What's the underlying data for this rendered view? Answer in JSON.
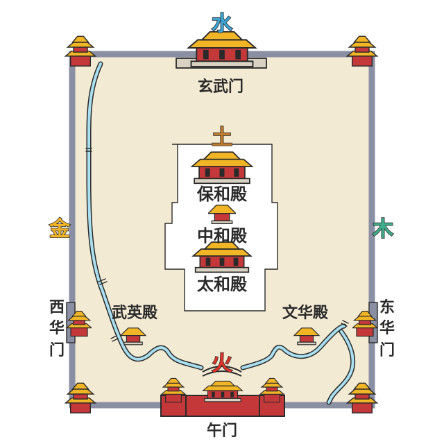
{
  "elements": {
    "water": {
      "char": "水",
      "color": "#3da6d6"
    },
    "earth": {
      "char": "土",
      "color": "#c07a2c"
    },
    "metal": {
      "char": "金",
      "color": "#f2b526"
    },
    "wood": {
      "char": "木",
      "color": "#3fae8c"
    },
    "fire": {
      "char": "火",
      "color": "#e2342b"
    }
  },
  "labels": {
    "north_gate": "玄武门",
    "baohe_hall": "保和殿",
    "zhonghe_hall": "中和殿",
    "taihe_hall": "太和殿",
    "wuying_hall": "武英殿",
    "wenhua_hall": "文华殿",
    "west_gate": [
      "西",
      "华",
      "门"
    ],
    "east_gate": [
      "东",
      "华",
      "门"
    ],
    "meridian_gate": "午门"
  },
  "colors": {
    "ground": "#f3ead3",
    "wall": "#8a8fa3",
    "roof": "#f2b526",
    "wall_red": "#c4383a",
    "river": "#a9dff0",
    "terrace": "#ffffff"
  }
}
